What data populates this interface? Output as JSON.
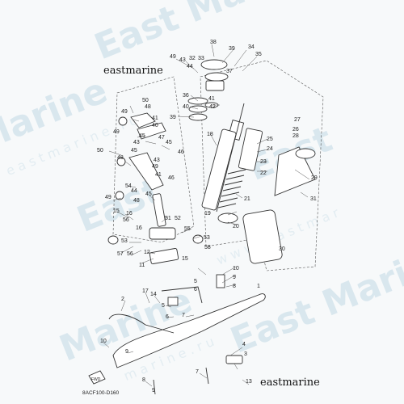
{
  "diagram_code": "8ACF100-D160",
  "brand_labels": [
    "eastmarine",
    "eastmarine"
  ],
  "fwd_label": "FWD",
  "callouts": {
    "n1": "1",
    "n2": "2",
    "n3": "3",
    "n4": "4",
    "n5": "5",
    "n6": "6",
    "n7": "7",
    "n8": "8",
    "n9": "9",
    "n10": "10",
    "n11": "11",
    "n12": "12",
    "n13": "13",
    "n14": "14",
    "n15": "15",
    "n16": "16",
    "n17": "17",
    "n18": "18",
    "n19": "19",
    "n20": "20",
    "n21": "21",
    "n22": "22",
    "n23": "23",
    "n24": "24",
    "n25": "25",
    "n26": "26",
    "n27": "27",
    "n28": "28",
    "n29": "29",
    "n30": "30",
    "n31": "31",
    "n32": "32",
    "n33": "33",
    "n34": "34",
    "n35": "35",
    "n36": "36",
    "n37": "37",
    "n38": "38",
    "n39": "39",
    "n40": "40",
    "n41": "41",
    "n42": "42",
    "n43": "43",
    "n44": "44",
    "n45": "45",
    "n46": "46",
    "n47": "47",
    "n48": "48",
    "n49": "49",
    "n50": "50",
    "n51": "51",
    "n52": "52",
    "n53": "53",
    "n54": "54",
    "n55": "55",
    "n56": "56",
    "n57": "57",
    "n58": "58"
  }
}
